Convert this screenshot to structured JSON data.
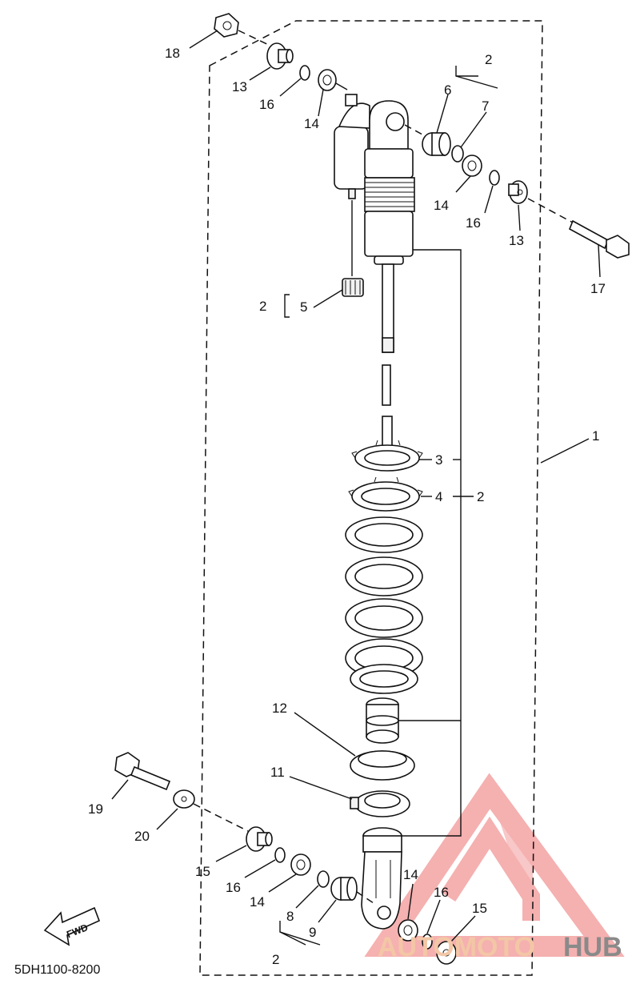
{
  "diagram": {
    "drawing_code": "5DH1100-8200",
    "fwd_label": "FWD",
    "watermark": {
      "part_a": "AUTOMOTO",
      "part_b": "HUB"
    },
    "labels": {
      "l18": "18",
      "l13a": "13",
      "l16a": "16",
      "l14a": "14",
      "l2a": "2",
      "l6": "6",
      "l7": "7",
      "l14b": "14",
      "l16b": "16",
      "l13b": "13",
      "l17": "17",
      "l2b": "2",
      "l5": "5",
      "l3": "3",
      "l4": "4",
      "l2c": "2",
      "l1": "1",
      "l12": "12",
      "l11": "11",
      "l19": "19",
      "l20": "20",
      "l15a": "15",
      "l16c": "16",
      "l14c": "14",
      "l8": "8",
      "l9": "9",
      "l2d": "2",
      "l14d": "14",
      "l16d": "16",
      "l15b": "15"
    }
  }
}
